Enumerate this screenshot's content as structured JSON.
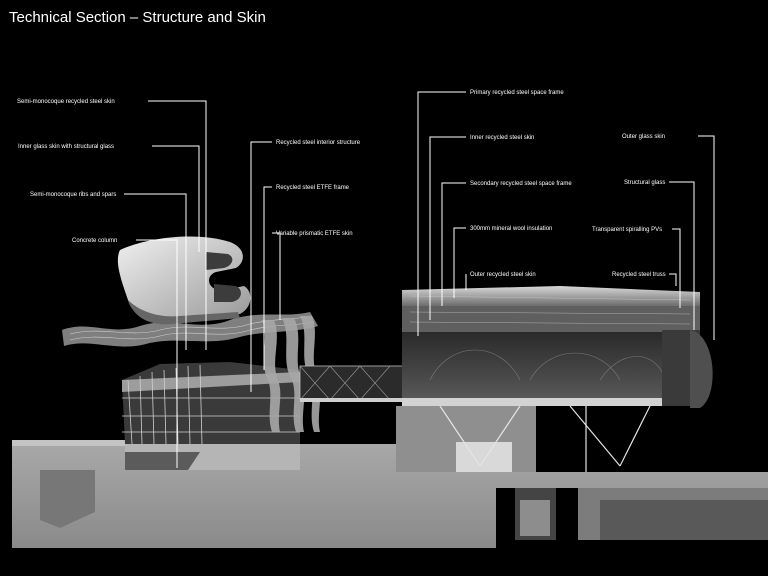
{
  "title": "Technical Section – Structure and Skin",
  "labels": {
    "semi_monocoque_skin": "Semi-monocoque recycled steel skin",
    "inner_glass_skin": "Inner glass skin with structural glass",
    "ribs_spars": "Semi-monocoque ribs and spars",
    "concrete_column": "Concrete column",
    "interior_structure": "Recycled steel interior structure",
    "etfe_frame": "Recycled steel ETFE frame",
    "etfe_skin": "Variable prismatic ETFE skin",
    "primary_frame": "Primary recycled steel space frame",
    "inner_steel_skin": "Inner recycled steel skin",
    "secondary_frame": "Secondary recycled steel space frame",
    "insulation": "300mm mineral wool insulation",
    "outer_steel_skin": "Outer recycled steel skin",
    "outer_glass_skin": "Outer glass skin",
    "structural_glass": "Structural glass",
    "spiralling_pvs": "Transparent spiralling PVs",
    "truss": "Recycled steel truss"
  },
  "colors": {
    "background": "#000000",
    "ground": "#9a9a9a",
    "ground_dark": "#6a6a6a",
    "structure": "#bdbdbd",
    "text": "#ffffff"
  }
}
